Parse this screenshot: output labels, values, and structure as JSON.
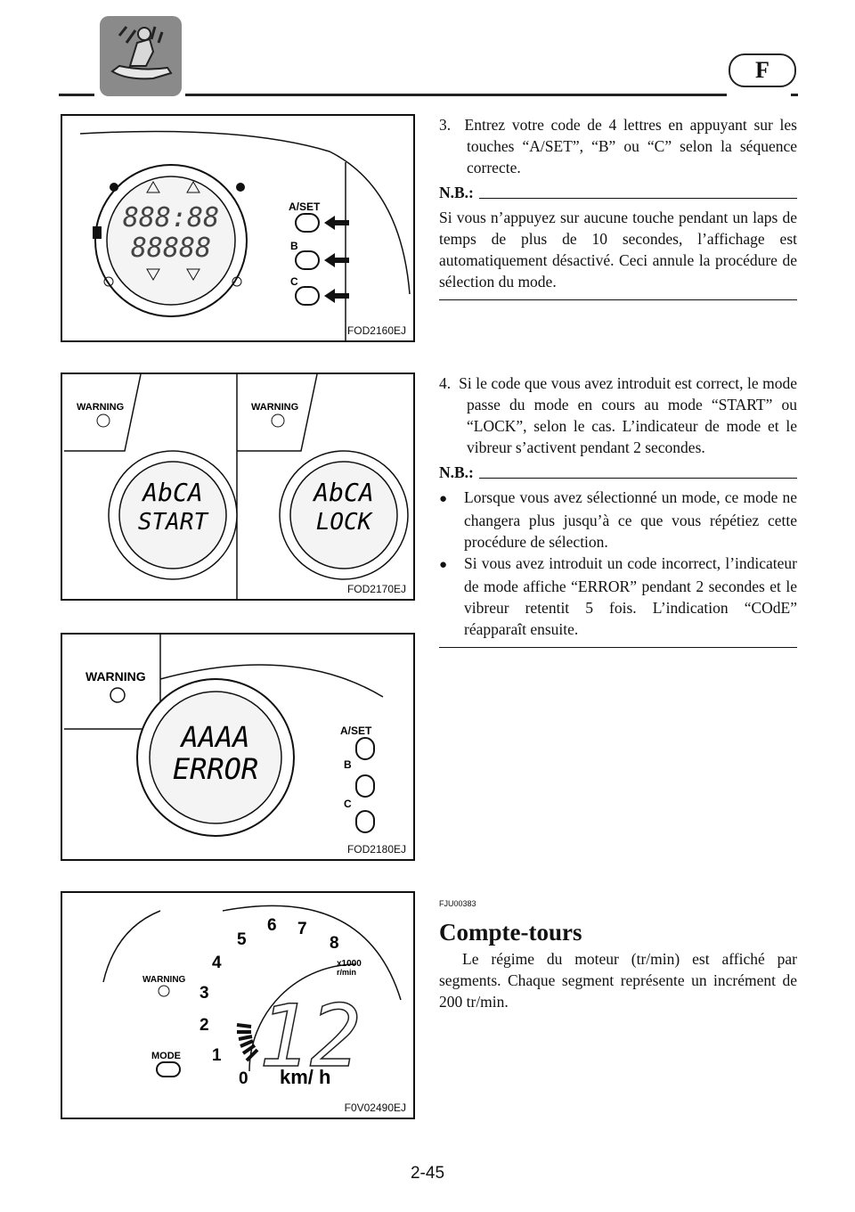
{
  "header": {
    "section_letter": "F",
    "logo_icon": "watercraft-rider-icon"
  },
  "figures": {
    "fig1": {
      "label": "FOD2160EJ",
      "lcd_top": "888:88",
      "lcd_bottom": "88888",
      "buttons": {
        "a_set": "A/SET",
        "b": "B",
        "c": "C"
      }
    },
    "fig2": {
      "label": "FOD2170EJ",
      "warning": "WARNING",
      "left_code": "AbCA",
      "left_mode": "START",
      "right_code": "AbCA",
      "right_mode": "LOCK"
    },
    "fig3": {
      "label": "FOD2180EJ",
      "warning": "WARNING",
      "lcd_code": "AAAA",
      "lcd_mode": "ERROR",
      "buttons": {
        "a_set": "A/SET",
        "b": "B",
        "c": "C"
      }
    },
    "fig4": {
      "label": "F0V02490EJ",
      "warning": "WARNING",
      "mode": "MODE",
      "scale": [
        "0",
        "1",
        "2",
        "3",
        "4",
        "5",
        "6",
        "7",
        "8"
      ],
      "multiplier": "x1000",
      "unit_rpm": "r/min",
      "speed_value": "12",
      "speed_unit": "km/ h"
    }
  },
  "text": {
    "step3": {
      "num": "3.",
      "body": "Entrez votre code de 4 lettres en appuyant sur les touches “A/SET”, “B” ou “C” selon la séquence correcte."
    },
    "nb_label": "N.B.:",
    "nb1": "Si vous n’appuyez sur aucune touche pendant un laps de temps de plus de 10 secondes, l’affichage est automatiquement désactivé. Ceci annule la procédure de sélection du mode.",
    "step4": {
      "num": "4.",
      "body": "Si le code que vous avez introduit est correct, le mode passe du mode en cours au mode “START” ou “LOCK”, selon le cas. L’indicateur de mode et le vibreur s’activent pendant 2 secondes."
    },
    "bullets": [
      "Lorsque vous avez sélectionné un mode, ce mode ne changera plus jusqu’à ce que vous répétiez cette procédure de sélection.",
      "Si vous avez introduit un code incorrect, l’indicateur de mode affiche “ERROR” pendant 2 secondes et le vibreur retentit 5 fois. L’indication “COdE” réapparaît ensuite."
    ],
    "ref_code": "FJU00383",
    "heading": "Compte-tours",
    "tach_para": "Le régime du moteur (tr/min) est affiché par segments. Chaque segment représente un incrément de 200 tr/min."
  },
  "footer": {
    "page_number": "2-45"
  }
}
